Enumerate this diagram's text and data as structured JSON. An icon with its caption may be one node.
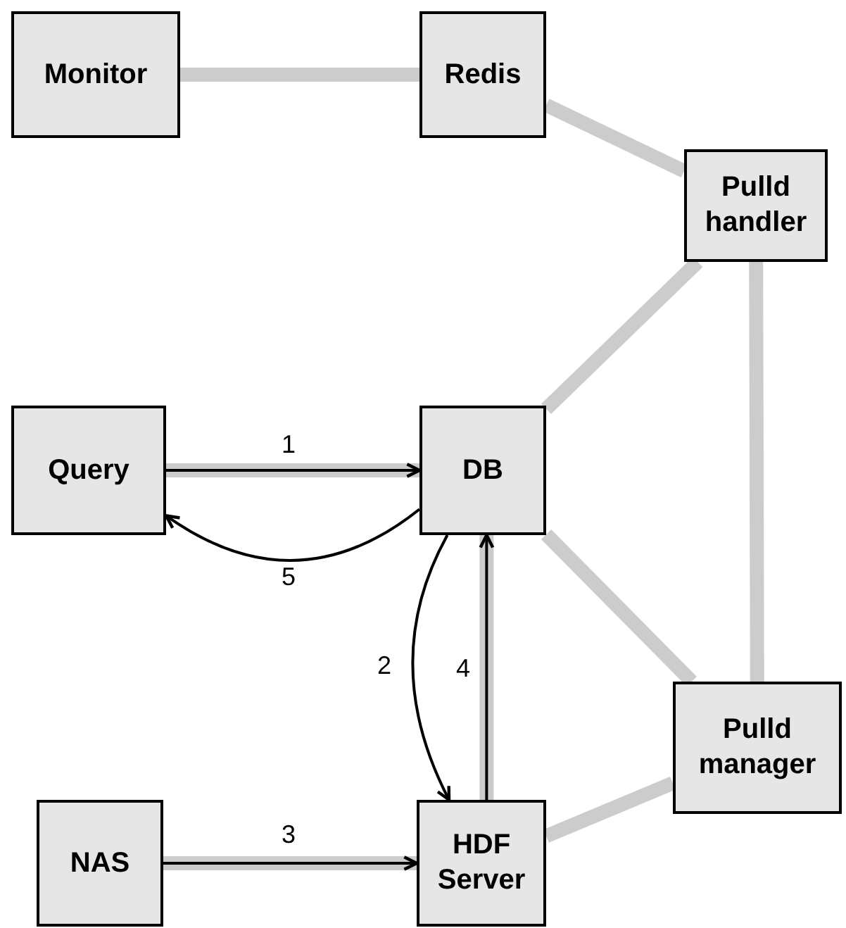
{
  "diagram": {
    "nodes": [
      {
        "text": [
          "Monitor"
        ]
      },
      {
        "text": [
          "Redis"
        ]
      },
      {
        "text": [
          "Pulld handler"
        ]
      },
      {
        "text": [
          "Query"
        ]
      },
      {
        "text": [
          "DB"
        ]
      },
      {
        "text": [
          "Pulld manager"
        ]
      },
      {
        "text": [
          "NAS"
        ]
      },
      {
        "text": [
          "HDF Server"
        ]
      }
    ],
    "edges": [
      {
        "from": 0,
        "to": 1,
        "arrow": "none"
      },
      {
        "from": 1,
        "to": 2,
        "arrow": "none"
      },
      {
        "from": 2,
        "to": 4,
        "arrow": "none"
      },
      {
        "from": 2,
        "to": 5,
        "arrow": "none"
      },
      {
        "from": 3,
        "to": 4,
        "arrow": "to",
        "label": "1"
      },
      {
        "from": 4,
        "to": 3,
        "arrow": "to",
        "label": "5",
        "color": "#000000"
      },
      {
        "from": 4,
        "to": 7,
        "arrow": "to",
        "label": "2",
        "color": "#000000"
      },
      {
        "from": 7,
        "to": 4,
        "arrow": "to",
        "label": "4"
      },
      {
        "from": 4,
        "to": 5,
        "arrow": "none"
      },
      {
        "from": 6,
        "to": 7,
        "arrow": "to",
        "label": "3"
      },
      {
        "from": 7,
        "to": 5,
        "arrow": "none"
      }
    ]
  }
}
